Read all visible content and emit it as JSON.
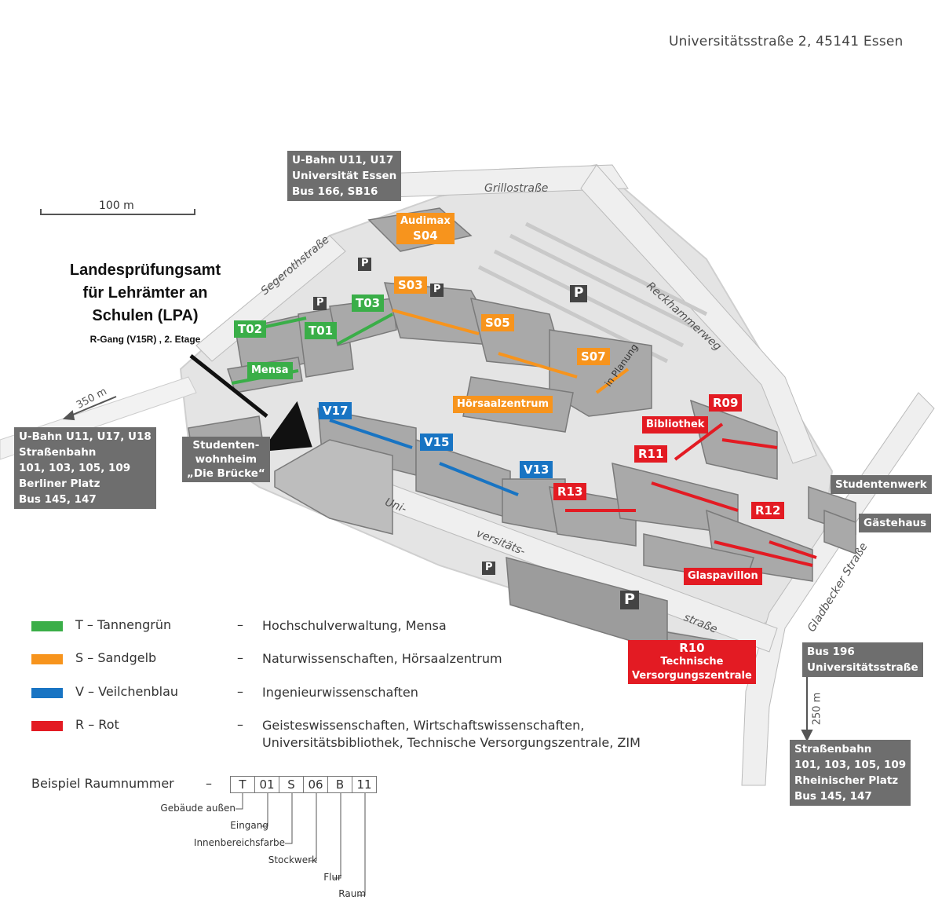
{
  "address": "Universitätsstraße 2, 45141 Essen",
  "scale": {
    "label": "100 m"
  },
  "lpa": {
    "title_lines": [
      "Landesprüfungsamt",
      "für Lehrämter an",
      "Schulen (LPA)"
    ],
    "subtitle": "R-Gang (V15R) , 2.  Etage"
  },
  "transit": {
    "top": [
      "U-Bahn U11, U17",
      "Universität Essen",
      "Bus 166, SB16"
    ],
    "left": [
      "U-Bahn U11, U17, U18",
      "Straßenbahn",
      "101, 103, 105, 109",
      "Berliner Platz",
      "Bus 145, 147"
    ],
    "right_bus": [
      "Bus 196",
      "Universitätsstraße"
    ],
    "bottom_right": [
      "Straßenbahn",
      "101, 103, 105, 109",
      "Rheinischer Platz",
      "Bus 145, 147"
    ],
    "dist_left": "350 m",
    "dist_right": "250 m"
  },
  "streets": {
    "grillo": "Grillostraße",
    "segeroth": "Segerothstraße",
    "reckhammer": "Reckhammerweg",
    "gladbecker": "Gladbecker Straße",
    "uni_1": "Uni-",
    "uni_2": "versitäts-",
    "uni_3": "straße"
  },
  "parking": "P",
  "in_planung": "in Planung",
  "buildings": {
    "T02": "T02",
    "T01": "T01",
    "T03": "T03",
    "Mensa": "Mensa",
    "Audimax": "Audimax",
    "S04": "S04",
    "S03": "S03",
    "S05": "S05",
    "S07": "S07",
    "Hoersaal": "Hörsaalzentrum",
    "V17": "V17",
    "V15": "V15",
    "V13": "V13",
    "R13": "R13",
    "R11": "R11",
    "R09": "R09",
    "R12": "R12",
    "R10": "R10",
    "Bibliothek": "Bibliothek",
    "Glaspavillon": "Glaspavillon",
    "Technische": "Technische",
    "Versorgung": "Versorgungszentrale",
    "Studentenwerk": "Studentenwerk",
    "Gaestehaus": "Gästehaus",
    "Wohnheim_1": "Studenten-",
    "Wohnheim_2": "wohnheim",
    "Wohnheim_3": "„Die Brücke“"
  },
  "legend": [
    {
      "color": "#3aae48",
      "code": "T – Tannengrün",
      "dash": "–",
      "desc": [
        "Hochschulverwaltung, Mensa"
      ]
    },
    {
      "color": "#f7941d",
      "code": "S – Sandgelb",
      "dash": "–",
      "desc": [
        "Naturwissenschaften, Hörsaalzentrum"
      ]
    },
    {
      "color": "#1874c3",
      "code": "V – Veilchenblau",
      "dash": "–",
      "desc": [
        "Ingenieurwissenschaften"
      ]
    },
    {
      "color": "#e31b23",
      "code": "R – Rot",
      "dash": "–",
      "desc": [
        "Geisteswissenschaften, Wirtschaftswissenschaften,",
        "Universitätsbibliothek, Technische Versorgungszentrale, ZIM"
      ]
    }
  ],
  "example": {
    "label": "Beispiel Raumnummer",
    "dash": "–",
    "cells": [
      "T",
      "01",
      "S",
      "06",
      "B",
      "11"
    ],
    "parts": [
      "Gebäude außen",
      "Eingang",
      "Innenbereichsfarbe",
      "Stockwerk",
      "Flur",
      "Raum"
    ]
  },
  "colors": {
    "green": "#3aae48",
    "orange": "#f7941d",
    "blue": "#1874c3",
    "red": "#e31b23",
    "grey_box": "#6e6e6e"
  }
}
